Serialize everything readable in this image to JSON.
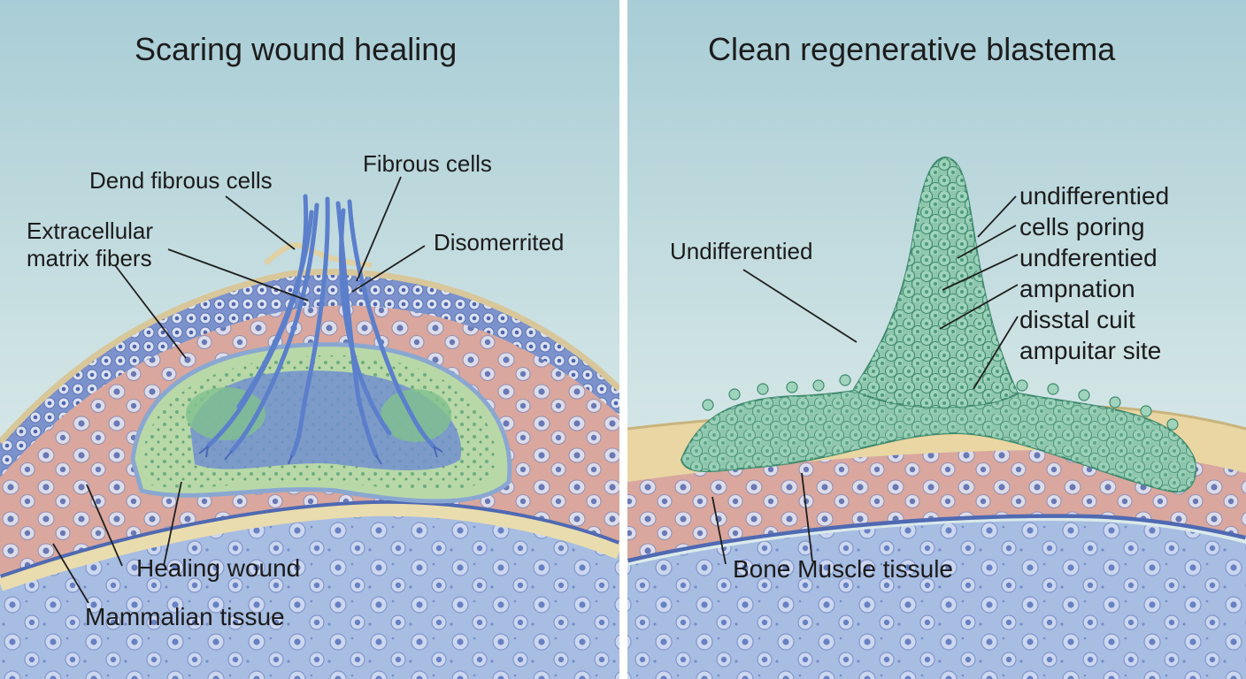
{
  "panels": {
    "left": {
      "title": "Scaring wound healing",
      "labels": {
        "dend_fibrous": "Dend  fibrous cells",
        "fibrous": "Fibrous cells",
        "extracellular": "Extracellular matrix fibers",
        "disomerrited": "Disomerrited",
        "healing": "Healing wound",
        "mammalian": "Mammalian tissue"
      }
    },
    "right": {
      "title": "Clean regenerative blastema",
      "labels": {
        "undiff": "Undifferentied",
        "stack": [
          "undifferentied",
          "cells poring",
          "undferentied",
          "ampnation",
          "disstal cuit",
          "ampuitar site"
        ],
        "bone_muscle": "Bone Muscle tissule"
      }
    }
  },
  "colors": {
    "sky_top": "#a9cdd6",
    "sky_bottom": "#e4f0ef",
    "divider": "#ffffff",
    "epidermis": "#7b92cc",
    "dermis": "#d9a79d",
    "deep_tissue": "#a7bde2",
    "fibers": "#5b7fcb",
    "blastema": "#8fc7ae",
    "fat_layer": "#e9d6a2"
  }
}
